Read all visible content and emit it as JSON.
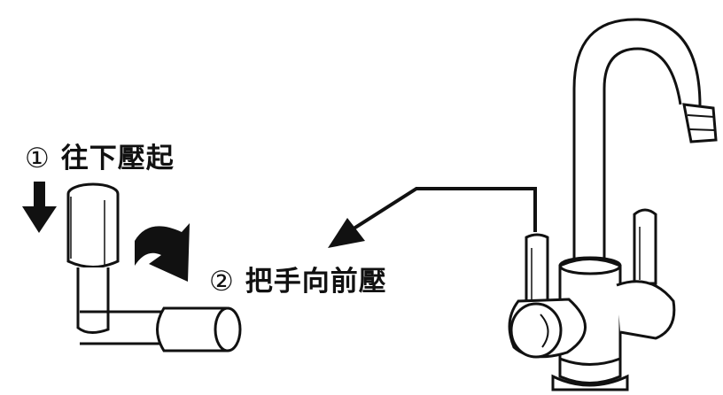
{
  "steps": [
    {
      "number": "①",
      "text": "往下壓起"
    },
    {
      "number": "②",
      "text": "把手向前壓"
    }
  ],
  "colors": {
    "ink": "#111111",
    "background": "#ffffff"
  },
  "icons": [
    "down-arrow-icon",
    "curved-arrow-icon",
    "pointer-arrow-icon",
    "faucet-illustration",
    "handle-illustration"
  ]
}
